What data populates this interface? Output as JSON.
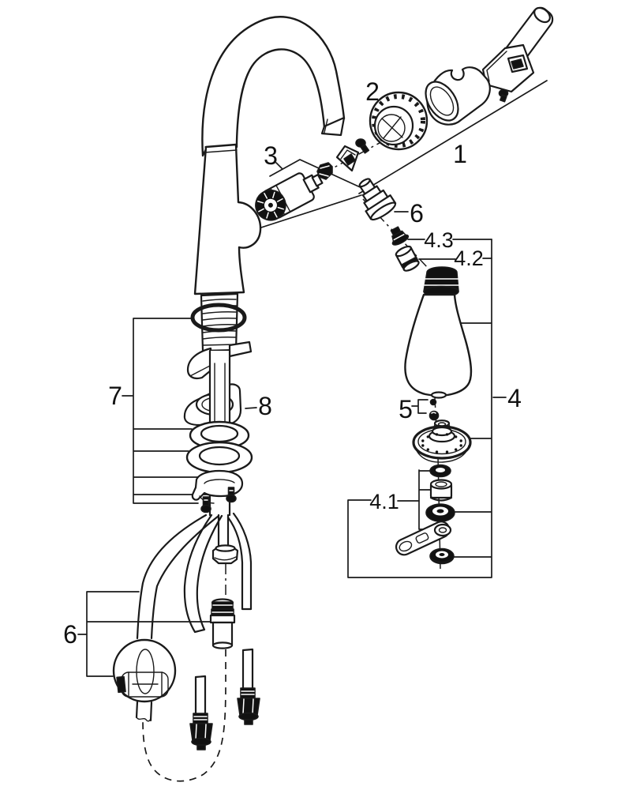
{
  "diagram": {
    "type": "exploded-parts-diagram",
    "subject": "pull-out kitchen faucet",
    "background_color": "#ffffff",
    "line_color": "#1a1a1a",
    "part_labels": [
      {
        "id": "part-1",
        "text": "1"
      },
      {
        "id": "part-2",
        "text": "2"
      },
      {
        "id": "part-3",
        "text": "3"
      },
      {
        "id": "part-4",
        "text": "4"
      },
      {
        "id": "part-4-1",
        "text": "4.1"
      },
      {
        "id": "part-4-2",
        "text": "4.2"
      },
      {
        "id": "part-4-3",
        "text": "4.3"
      },
      {
        "id": "part-5",
        "text": "5"
      },
      {
        "id": "part-6-spray",
        "text": "6"
      },
      {
        "id": "part-6-hose",
        "text": "6"
      },
      {
        "id": "part-7",
        "text": "7"
      },
      {
        "id": "part-8",
        "text": "8"
      }
    ]
  }
}
